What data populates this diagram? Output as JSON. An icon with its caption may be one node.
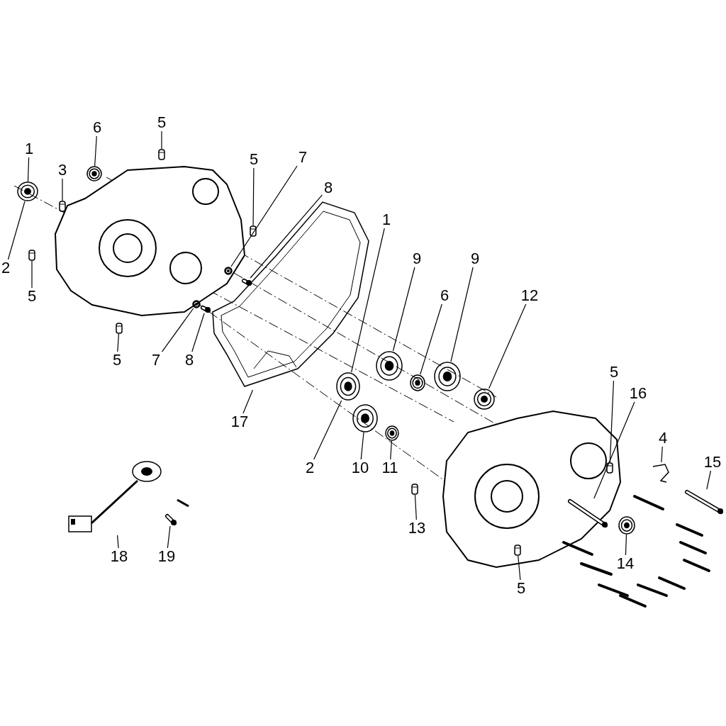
{
  "diagram": {
    "nodes": [
      {
        "text": [
          "1"
        ]
      },
      {
        "text": [
          "2"
        ]
      },
      {
        "text": [
          "3"
        ]
      },
      {
        "text": [
          "5"
        ]
      },
      {
        "text": [
          "6"
        ]
      },
      {
        "text": [
          "5"
        ]
      },
      {
        "text": [
          "5"
        ]
      },
      {
        "text": [
          "7"
        ]
      },
      {
        "text": [
          "8"
        ]
      },
      {
        "text": [
          "5"
        ]
      },
      {
        "text": [
          "7"
        ]
      },
      {
        "text": [
          "8"
        ]
      },
      {
        "text": [
          "1"
        ]
      },
      {
        "text": [
          "9"
        ]
      },
      {
        "text": [
          "6"
        ]
      },
      {
        "text": [
          "9"
        ]
      },
      {
        "text": [
          "12"
        ]
      },
      {
        "text": [
          "17"
        ]
      },
      {
        "text": [
          "2"
        ]
      },
      {
        "text": [
          "10"
        ]
      },
      {
        "text": [
          "11"
        ]
      },
      {
        "text": [
          "13"
        ]
      },
      {
        "text": [
          "5"
        ]
      },
      {
        "text": [
          "16"
        ]
      },
      {
        "text": [
          "4"
        ]
      },
      {
        "text": [
          "15"
        ]
      },
      {
        "text": [
          "14"
        ]
      },
      {
        "text": [
          "5"
        ]
      },
      {
        "text": [
          "18"
        ]
      },
      {
        "text": [
          "19"
        ]
      },
      {
        "text": [],
        "shape": "circle"
      },
      {
        "text": [],
        "shape": "box"
      },
      {
        "text": [],
        "shape": "box"
      },
      {
        "text": [],
        "shape": "circle"
      },
      {
        "text": [],
        "shape": "box"
      },
      {
        "text": [],
        "shape": "box"
      },
      {
        "text": [],
        "shape": "circle"
      },
      {
        "text": [],
        "shape": "bar"
      },
      {
        "text": [],
        "shape": "box"
      },
      {
        "text": [],
        "shape": "circle"
      },
      {
        "text": [],
        "shape": "bar"
      },
      {
        "text": [],
        "shape": "circle"
      },
      {
        "text": [],
        "shape": "circle"
      },
      {
        "text": [],
        "shape": "circle"
      },
      {
        "text": [],
        "shape": "circle"
      },
      {
        "text": [],
        "shape": "circle"
      },
      {
        "text": [],
        "shape": "picture"
      },
      {
        "text": [],
        "shape": "circle"
      },
      {
        "text": [],
        "shape": "circle"
      },
      {
        "text": [],
        "shape": "box"
      },
      {
        "text": [],
        "shape": "box"
      },
      {
        "text": [],
        "shape": "bar"
      },
      {
        "text": [],
        "shape": "picture"
      },
      {
        "text": [],
        "shape": "bar"
      },
      {
        "text": [],
        "shape": "circle"
      },
      {
        "text": [],
        "shape": "box"
      },
      {
        "text": [],
        "shape": "picture"
      },
      {
        "text": [],
        "shape": "bar"
      }
    ],
    "edges": [
      {
        "from": 0,
        "to": 30,
        "arrow": "none"
      },
      {
        "from": 1,
        "to": 30,
        "arrow": "none"
      },
      {
        "from": 2,
        "to": 31,
        "arrow": "none"
      },
      {
        "from": 3,
        "to": 32,
        "arrow": "none"
      },
      {
        "from": 4,
        "to": 33,
        "arrow": "none"
      },
      {
        "from": 5,
        "to": 34,
        "arrow": "none"
      },
      {
        "from": 6,
        "to": 35,
        "arrow": "none"
      },
      {
        "from": 7,
        "to": 36,
        "arrow": "none"
      },
      {
        "from": 8,
        "to": 37,
        "arrow": "none"
      },
      {
        "from": 9,
        "to": 38,
        "arrow": "none"
      },
      {
        "from": 10,
        "to": 39,
        "arrow": "none"
      },
      {
        "from": 11,
        "to": 40,
        "arrow": "none"
      },
      {
        "from": 12,
        "to": 41,
        "arrow": "none"
      },
      {
        "from": 13,
        "to": 42,
        "arrow": "none"
      },
      {
        "from": 14,
        "to": 43,
        "arrow": "none"
      },
      {
        "from": 15,
        "to": 44,
        "arrow": "none"
      },
      {
        "from": 16,
        "to": 45,
        "arrow": "none"
      },
      {
        "from": 17,
        "to": 46,
        "arrow": "none"
      },
      {
        "from": 18,
        "to": 41,
        "arrow": "none"
      },
      {
        "from": 19,
        "to": 47,
        "arrow": "none"
      },
      {
        "from": 20,
        "to": 48,
        "arrow": "none"
      },
      {
        "from": 21,
        "to": 49,
        "arrow": "none"
      },
      {
        "from": 22,
        "to": 50,
        "arrow": "none"
      },
      {
        "from": 23,
        "to": 51,
        "arrow": "none"
      },
      {
        "from": 24,
        "to": 52,
        "arrow": "none"
      },
      {
        "from": 25,
        "to": 53,
        "arrow": "none"
      },
      {
        "from": 26,
        "to": 54,
        "arrow": "none"
      },
      {
        "from": 27,
        "to": 55,
        "arrow": "none"
      },
      {
        "from": 28,
        "to": 56,
        "arrow": "none"
      },
      {
        "from": 29,
        "to": 57,
        "arrow": "none"
      }
    ]
  }
}
